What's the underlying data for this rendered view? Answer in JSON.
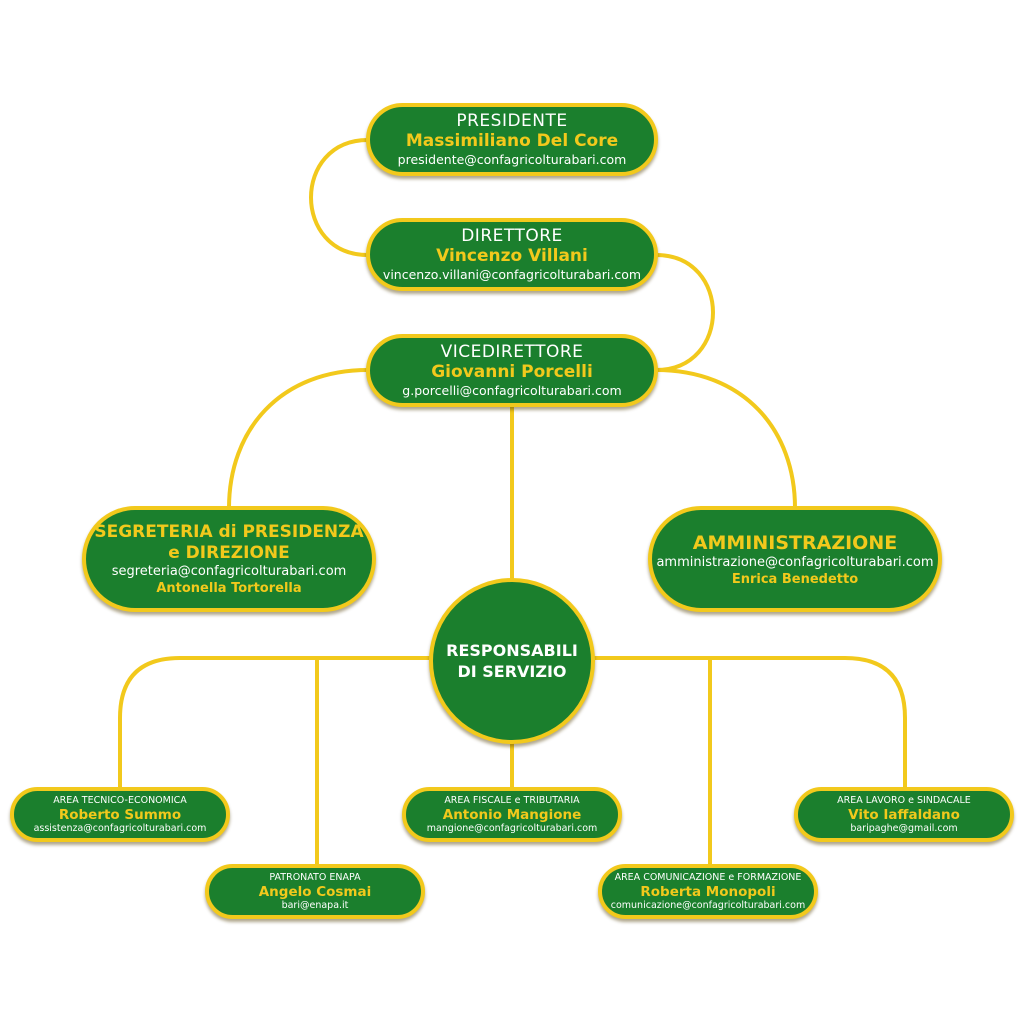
{
  "colors": {
    "fill": "#1b7f2d",
    "border": "#f2c91c",
    "name": "#f2c91c"
  },
  "presidente": {
    "role": "PRESIDENTE",
    "name": "Massimiliano Del Core",
    "email": "presidente@confagricolturabari.com"
  },
  "direttore": {
    "role": "DIRETTORE",
    "name": "Vincenzo Villani",
    "email": "vincenzo.villani@confagricolturabari.com"
  },
  "vicedirettore": {
    "role": "VICEDIRETTORE",
    "name": "Giovanni Porcelli",
    "email": "g.porcelli@confagricolturabari.com"
  },
  "segreteria": {
    "title_line1": "SEGRETERIA di PRESIDENZA",
    "title_line2": "e DIREZIONE",
    "email": "segreteria@confagricolturabari.com",
    "name": "Antonella Tortorella"
  },
  "amministrazione": {
    "title": "AMMINISTRAZIONE",
    "email": "amministrazione@confagricolturabari.com",
    "name": "Enrica Benedetto"
  },
  "responsabili": {
    "line1": "RESPONSABILI",
    "line2": "DI SERVIZIO"
  },
  "areas": [
    {
      "role": "AREA TECNICO-ECONOMICA",
      "name": "Roberto Summo",
      "email": "assistenza@confagricolturabari.com"
    },
    {
      "role": "PATRONATO ENAPA",
      "name": "Angelo Cosmai",
      "email": "bari@enapa.it"
    },
    {
      "role": "AREA FISCALE e TRIBUTARIA",
      "name": "Antonio Mangione",
      "email": "mangione@confagricolturabari.com"
    },
    {
      "role": "AREA COMUNICAZIONE e FORMAZIONE",
      "name": "Roberta Monopoli",
      "email": "comunicazione@confagricolturabari.com"
    },
    {
      "role": "AREA LAVORO e SINDACALE",
      "name": "Vito Iaffaldano",
      "email": "baripaghe@gmail.com"
    }
  ]
}
